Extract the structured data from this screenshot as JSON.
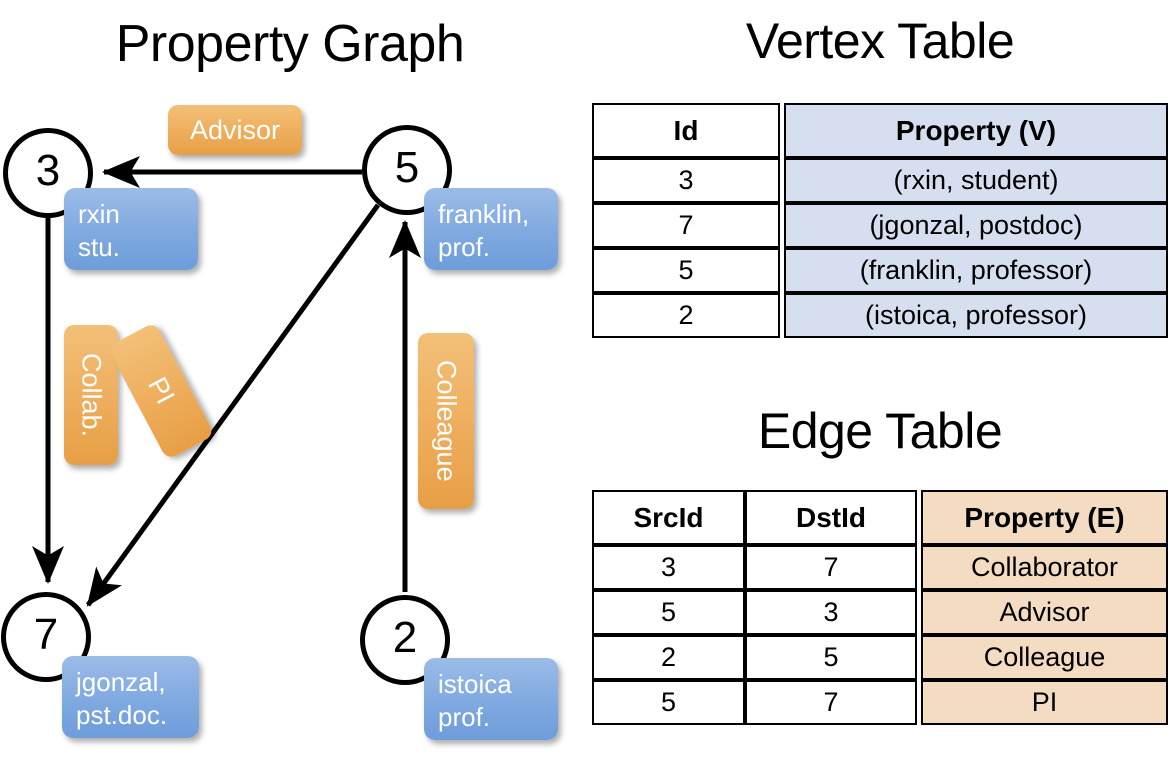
{
  "graph": {
    "title": "Property Graph",
    "nodes": [
      {
        "id": "3",
        "property": "rxin\nstu."
      },
      {
        "id": "5",
        "property": "franklin,\nprof."
      },
      {
        "id": "7",
        "property": "jgonzal,\npst.doc."
      },
      {
        "id": "2",
        "property": "istoica\nprof."
      }
    ],
    "node_labels": {
      "n3": "3",
      "n5": "5",
      "n7": "7",
      "n2": "2"
    },
    "properties": {
      "p3_line1": "rxin",
      "p3_line2": "stu.",
      "p5_line1": "franklin,",
      "p5_line2": "prof.",
      "p7_line1": "jgonzal,",
      "p7_line2": "pst.doc.",
      "p2_line1": "istoica",
      "p2_line2": "prof."
    },
    "edge_labels": {
      "advisor": "Advisor",
      "collab": "Collab.",
      "pi": "PI",
      "colleague": "Colleague"
    },
    "edges": [
      {
        "src": "5",
        "dst": "3",
        "label": "Advisor"
      },
      {
        "src": "3",
        "dst": "7",
        "label": "Collab."
      },
      {
        "src": "5",
        "dst": "7",
        "label": "PI"
      },
      {
        "src": "2",
        "dst": "5",
        "label": "Colleague"
      }
    ]
  },
  "vertex_table": {
    "title": "Vertex Table",
    "headers": [
      "Id",
      "Property (V)"
    ],
    "rows": [
      {
        "id": "3",
        "property": "(rxin, student)"
      },
      {
        "id": "7",
        "property": "(jgonzal, postdoc)"
      },
      {
        "id": "5",
        "property": "(franklin, professor)"
      },
      {
        "id": "2",
        "property": "(istoica, professor)"
      }
    ]
  },
  "edge_table": {
    "title": "Edge Table",
    "headers": [
      "SrcId",
      "DstId",
      "Property (E)"
    ],
    "rows": [
      {
        "src": "3",
        "dst": "7",
        "property": "Collaborator"
      },
      {
        "src": "5",
        "dst": "3",
        "property": "Advisor"
      },
      {
        "src": "2",
        "dst": "5",
        "property": "Colleague"
      },
      {
        "src": "5",
        "dst": "7",
        "property": "PI"
      }
    ]
  },
  "colors": {
    "node_blue": "#7fa9e0",
    "label_orange": "#eead5c",
    "vertex_table_fill": "#d5dfef",
    "edge_table_fill": "#f3dcc2",
    "stroke": "#000000"
  }
}
